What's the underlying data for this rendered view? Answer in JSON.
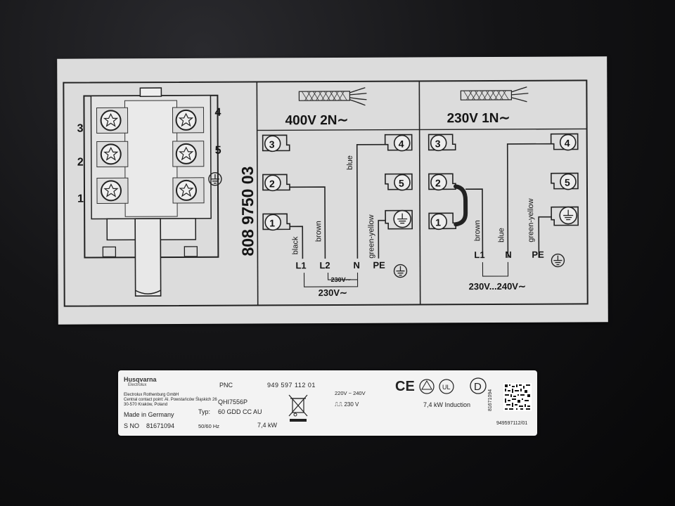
{
  "terminal_block": {
    "left_numbers": [
      "3",
      "2",
      "1"
    ],
    "right_numbers": [
      "4",
      "5"
    ],
    "part_number": "808 9750 03"
  },
  "panel_400": {
    "title": "400V  2N∼",
    "terminals": [
      "3",
      "2",
      "1",
      "4",
      "5"
    ],
    "wires": {
      "black": "black",
      "brown": "brown",
      "blue": "blue",
      "green_yellow": "green-yellow"
    },
    "connections": [
      "L1",
      "L2",
      "N",
      "PE"
    ],
    "voltage_inner": "230V∼",
    "voltage_outer": "230V∼"
  },
  "panel_230": {
    "title": "230V  1N∼",
    "terminals": [
      "3",
      "2",
      "1",
      "4",
      "5"
    ],
    "wires": {
      "brown": "brown",
      "blue": "blue",
      "green_yellow": "green-yellow"
    },
    "connections": [
      "L1",
      "N",
      "PE"
    ],
    "voltage": "230V...240V∼"
  },
  "rating_label": {
    "brand": "Husqvarna",
    "brand_sub": "Electrolux",
    "manufacturer_lines": [
      "Electrolux Rothenburg GmbH",
      "Central contact point: Al. Powstańców Śląskich 26",
      "30-570 Kraków, Poland"
    ],
    "made_in": "Made in Germany",
    "pnc_label": "PNC",
    "pnc_value": "949 597 112 01",
    "model": "QHI7556P",
    "typ_label": "Typ:",
    "typ_value": "60 GDD CC AU",
    "sno_label": "S NO",
    "sno_value": "81671094",
    "frequency": "50/60 Hz",
    "power": "7,4 kW",
    "voltage_range": "220V ~ 240V",
    "voltage_nominal": "230 V",
    "rated": "7,4  kW Induction",
    "serial_vertical": "81671094",
    "barcode_caption": "949597112/01",
    "cert_ce": "CE",
    "cert_d": "D",
    "cert_ul": "UL"
  }
}
